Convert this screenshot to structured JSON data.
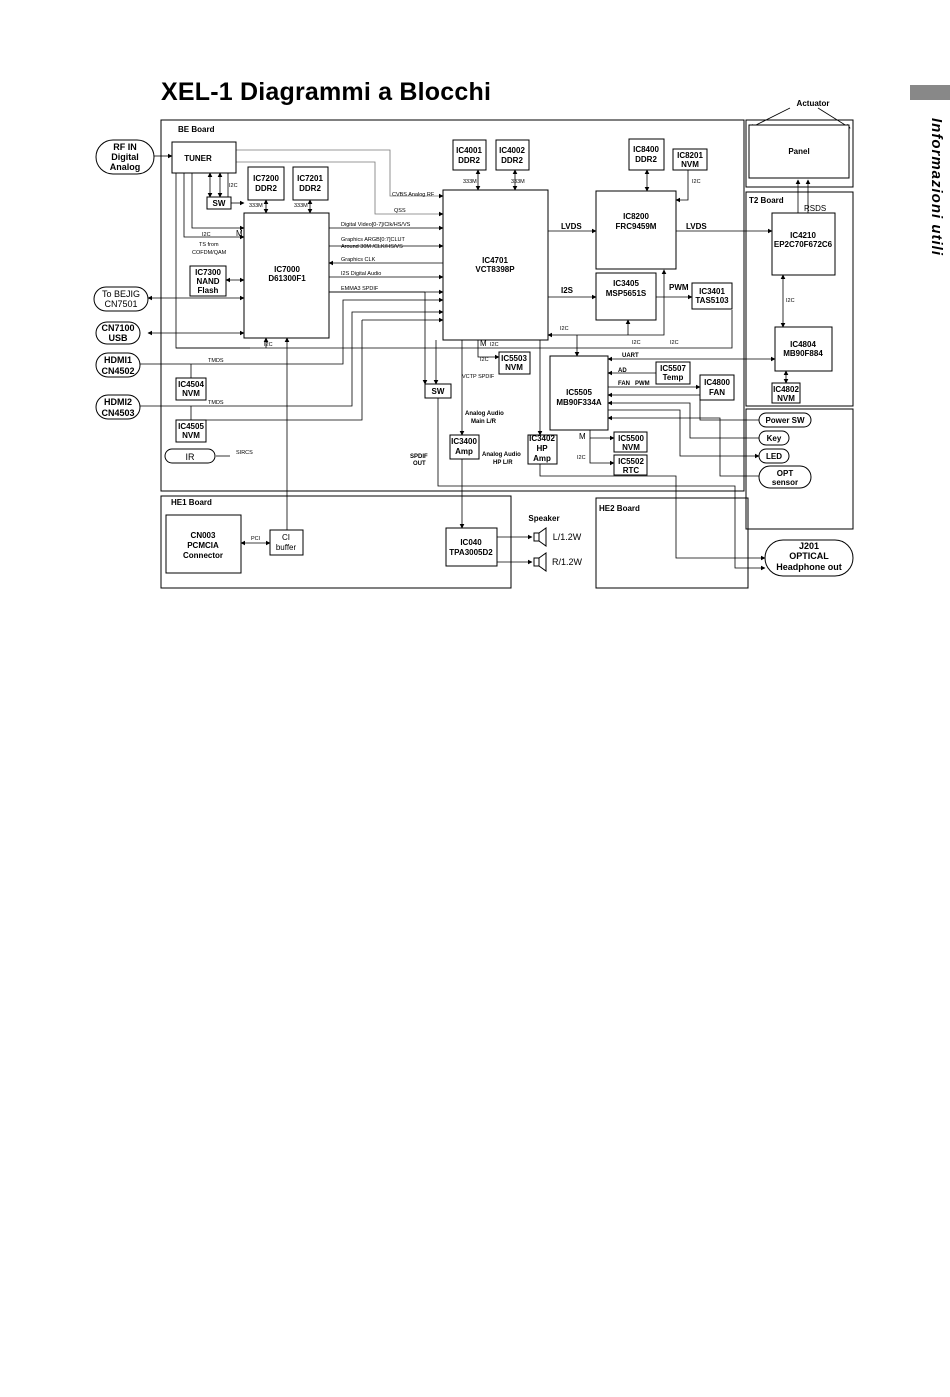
{
  "title": "XEL-1   Diagrammi a Blocchi",
  "side_label": "Informazioni utili",
  "boards": {
    "be": "BE Board",
    "t2": "T2  Board",
    "he1": "HE1  Board",
    "he2": "HE2  Board"
  },
  "external": {
    "rf_in": [
      "RF IN",
      "Digital",
      "Analog"
    ],
    "bejig": [
      "To BEJIG",
      "CN7501"
    ],
    "cn7100": [
      "CN7100",
      "USB"
    ],
    "hdmi1": [
      "HDMI1",
      "CN4502"
    ],
    "hdmi2": [
      "HDMI2",
      "CN4503"
    ],
    "ir": "IR",
    "power_sw": "Power SW",
    "key": "Key",
    "led": "LED",
    "opt": [
      "OPT",
      "sensor"
    ],
    "j201": [
      "J201",
      "OPTICAL",
      "Headphone out"
    ],
    "actuator": "Actuator",
    "panel": "Panel",
    "speaker": "Speaker",
    "spk_l": "L/1.2W",
    "spk_r": "R/1.2W"
  },
  "chips": {
    "tuner": [
      "TUNER"
    ],
    "sw_top": [
      "SW"
    ],
    "ic7200": [
      "IC7200",
      "DDR2"
    ],
    "ic7201": [
      "IC7201",
      "DDR2"
    ],
    "ic7000": [
      "IC7000",
      "D61300F1"
    ],
    "ic7300": [
      "IC7300",
      "NAND",
      "Flash"
    ],
    "ic4001": [
      "IC4001",
      "DDR2"
    ],
    "ic4002": [
      "IC4002",
      "DDR2"
    ],
    "ic4701": [
      "IC4701",
      "VCT8398P"
    ],
    "ic8400": [
      "IC8400",
      "DDR2"
    ],
    "ic8201": [
      "IC8201",
      "NVM"
    ],
    "ic8200": [
      "IC8200",
      "FRC9459M"
    ],
    "ic3405": [
      "IC3405",
      "MSP5651S"
    ],
    "ic3401": [
      "IC3401",
      "TAS5103"
    ],
    "ic4210": [
      "IC4210",
      "EP2C70F672C6"
    ],
    "ic4804": [
      "IC4804",
      "MB90F884"
    ],
    "ic4802": [
      "IC4802",
      "NVM"
    ],
    "ic5503": [
      "IC5503",
      "NVM"
    ],
    "ic5505": [
      "IC5505",
      "MB90F334A"
    ],
    "ic5507": [
      "IC5507",
      "Temp"
    ],
    "ic4800": [
      "IC4800",
      "FAN"
    ],
    "ic5500": [
      "IC5500",
      "NVM"
    ],
    "ic5502": [
      "IC5502",
      "RTC"
    ],
    "ic4504": [
      "IC4504",
      "NVM"
    ],
    "ic4505": [
      "IC4505",
      "NVM"
    ],
    "sw_mid": [
      "SW"
    ],
    "ic3400": [
      "IC3400",
      "Amp"
    ],
    "ic3402": [
      "IC3402",
      "HP",
      "Amp"
    ],
    "cn003": [
      "CN003",
      "PCMCIA",
      "Connector"
    ],
    "ci_buffer": [
      "CI",
      "buffer"
    ],
    "ic040": [
      "IC040",
      "TPA3005D2"
    ]
  },
  "signals": {
    "cvbs": "CVBS Analog RF",
    "qss": "QSS",
    "digital_video": "Digital Video[0-7]/Clk/HS/VS",
    "graphics_argb": "Graphics ARGB[0:7]CLUT",
    "around_30m": "Around 30M /CLK/HS/VS",
    "graphics_clk": "Graphics CLK",
    "i2s_digital": "I2S Digital Audio",
    "emma3_spdif": "EMMA3 SPDIF",
    "ts_from": "TS from",
    "cofdm": "COFDM/QAM",
    "i2c": "I2C",
    "m": "M",
    "m333": "333M",
    "lvds": "LVDS",
    "rsds": "RSDS",
    "i2s": "I2S",
    "pwm": "PWM",
    "uart": "UART",
    "ad": "AD",
    "fan": "FAN",
    "tmds": "TMDS",
    "sircs": "SIRCS",
    "vctp_spdif": "VCTP SPDIF",
    "spdif": "SPDIF",
    "out": "OUT",
    "analog_main": "Analog Audio",
    "main_lr": "Main L/R",
    "analog_hp": "Analog Audio",
    "hp_lr": "HP L/R",
    "pci": "PCI"
  }
}
